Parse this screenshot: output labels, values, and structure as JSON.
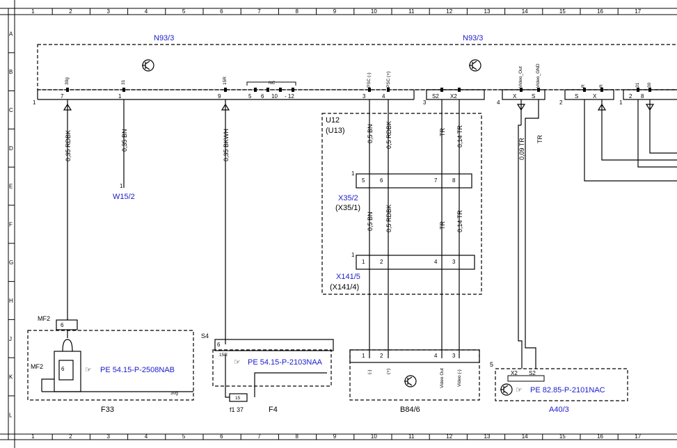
{
  "grid": {
    "columns": [
      "1",
      "2",
      "3",
      "4",
      "5",
      "6",
      "7",
      "8",
      "9",
      "10",
      "11",
      "12",
      "13",
      "14",
      "15",
      "16",
      "17"
    ],
    "rows": [
      "A",
      "B",
      "C",
      "D",
      "E",
      "F",
      "G",
      "H",
      "J",
      "K",
      "L"
    ]
  },
  "components": {
    "n93_left": "N93/3",
    "n93_right": "N93/3",
    "w15": "W15/2",
    "u12": "U12",
    "u13": "(U13)",
    "x35_2": "X35/2",
    "x35_1": "(X35/1)",
    "x141_5": "X141/5",
    "x141_4": "(X141/4)",
    "f33": "F33",
    "mf2_a": "MF2",
    "mf2_b": "MF2",
    "s4": "S4",
    "f4": "F4",
    "f137": "f1 37",
    "b84": "B84/6",
    "a40": "A40/3"
  },
  "references": {
    "f33": "PE 54.15-P-2508NAB",
    "f4": "PE 54.15-P-2103NAA",
    "a40": "PE 82.85-P-2101NAC"
  },
  "wires": {
    "w1": "0,35 RDBK",
    "w2": "0,35 BN",
    "w3": "0,35 BKWH",
    "w4": "0,5 BN",
    "w5": "0,5 RDBK",
    "w6": "TR",
    "w7": "0,14 TR",
    "w8": "0,09 TR",
    "w9": "TR",
    "w10": "0,5 BN",
    "w11": "0,5 RDBK",
    "w12": "TR",
    "w13": "0,14 TR"
  },
  "pins": {
    "p7": "7",
    "p1": "1",
    "p9": "9",
    "p5": "5",
    "p6": "6",
    "p10": "10",
    "p12": "- 12",
    "p3": "3",
    "p4": "4",
    "pS2": "S2",
    "pX2": "X2",
    "pX": "X",
    "pS": "S",
    "p2": "2",
    "p8": "8",
    "c1a": "1",
    "c1b": "1",
    "c3": "3",
    "c4": "4",
    "c2": "2",
    "c1c": "1",
    "x35_5": "5",
    "x35_6": "6",
    "x35_7": "7",
    "x35_8": "8",
    "x35_1": "1",
    "x141_1": "1",
    "x141_2": "2",
    "x141_4": "4",
    "x141_3": "3",
    "x141_c": "1",
    "b84_1": "1",
    "b84_2": "2",
    "b84_4": "4",
    "b84_3": "3",
    "mf2_6": "6",
    "s4_6": "6",
    "a40_x2": "X2",
    "a40_s2": "S2",
    "a40_5": "5",
    "w15_1": "1",
    "f137_val": "15",
    "f33_30g": "30g",
    "s4_15r": "15R",
    "nc": "NC"
  },
  "vlabels": {
    "v30g": "30g",
    "v31": "31",
    "v15r": "15R",
    "vpsc_m": "PSC (-)",
    "vpsc_p": "PSC (+)",
    "vvout": "Video_Out",
    "vvgnd": "Video_GND",
    "vr": "R",
    "vr2": "R",
    "v31b": "31",
    "v30b": "30",
    "vs2": "Video Out",
    "vx2": "Video (-)",
    "b84m": "(-)",
    "b84p": "(+)",
    "b84vo": "Video Out",
    "b84vm": "Video (-)"
  }
}
